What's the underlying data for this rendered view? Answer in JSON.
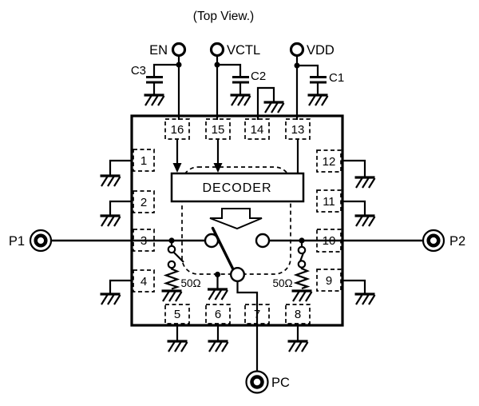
{
  "title": "(Top View.)",
  "terminals": {
    "en": "EN",
    "vctl": "VCTL",
    "vdd": "VDD",
    "p1": "P1",
    "p2": "P2",
    "pc": "PC"
  },
  "capacitors": {
    "c1": "C1",
    "c2": "C2",
    "c3": "C3"
  },
  "blocks": {
    "decoder": "DECODER"
  },
  "resistors": {
    "left": "50Ω",
    "right": "50Ω"
  },
  "pins": {
    "p1": "1",
    "p2": "2",
    "p3": "3",
    "p4": "4",
    "p5": "5",
    "p6": "6",
    "p7": "7",
    "p8": "8",
    "p9": "9",
    "p10": "10",
    "p11": "11",
    "p12": "12",
    "p13": "13",
    "p14": "14",
    "p15": "15",
    "p16": "16"
  },
  "colors": {
    "line": "#000000",
    "background": "#ffffff"
  }
}
